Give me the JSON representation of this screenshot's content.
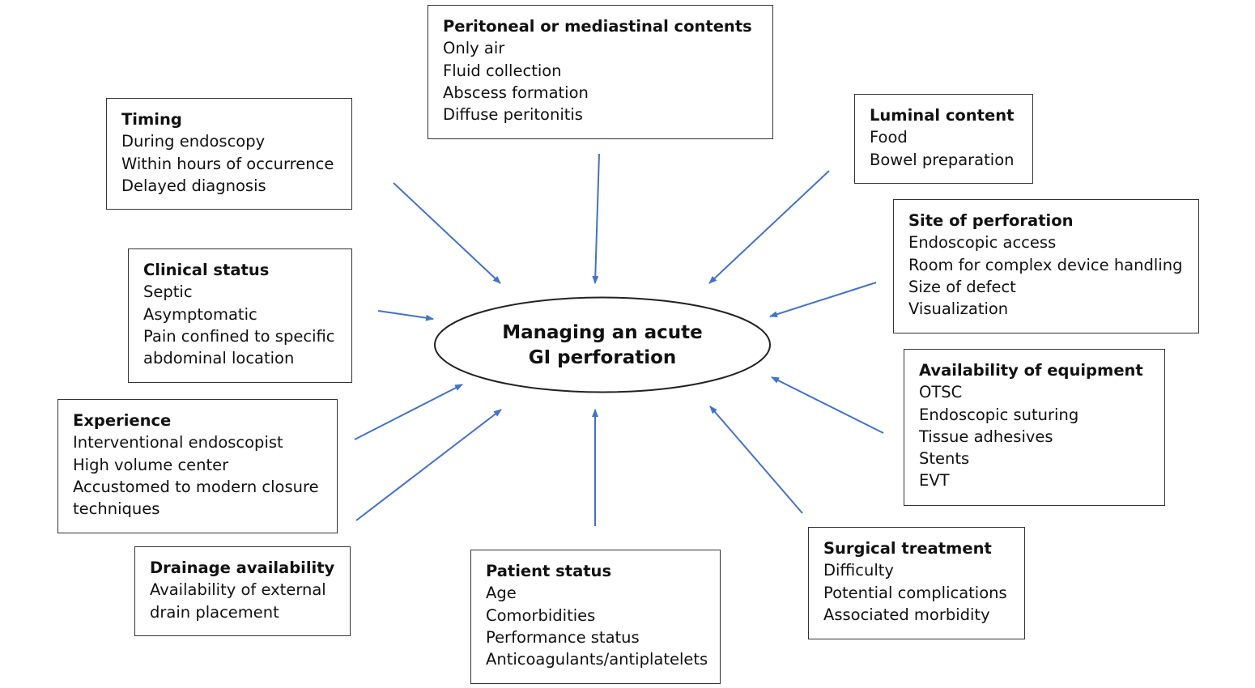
{
  "center": {
    "line1": "Managing an acute",
    "line2": "GI perforation"
  },
  "colors": {
    "arrow": "#4472C4",
    "border": "#333333",
    "text": "#111111"
  },
  "factors": {
    "peritoneal": {
      "title": "Peritoneal or mediastinal contents",
      "items": [
        "Only air",
        "Fluid collection",
        "Abscess formation",
        "Diffuse peritonitis"
      ]
    },
    "timing": {
      "title": "Timing",
      "items": [
        "During endoscopy",
        "Within hours of occurrence",
        "Delayed diagnosis"
      ]
    },
    "luminal": {
      "title": "Luminal content",
      "items": [
        "Food",
        "Bowel preparation"
      ]
    },
    "site": {
      "title": "Site of perforation",
      "items": [
        "Endoscopic access",
        "Room for complex device handling",
        "Size of defect",
        "Visualization"
      ]
    },
    "clinical": {
      "title": "Clinical status",
      "items": [
        "Septic",
        "Asymptomatic",
        "Pain confined to specific",
        "abdominal location"
      ]
    },
    "equipment": {
      "title": "Availability of equipment",
      "items": [
        "OTSC",
        "Endoscopic suturing",
        "Tissue adhesives",
        "Stents",
        "EVT"
      ]
    },
    "experience": {
      "title": "Experience",
      "items": [
        "Interventional endoscopist",
        "High volume center",
        "Accustomed to modern closure",
        "techniques"
      ]
    },
    "drainage": {
      "title": "Drainage availability",
      "items": [
        "Availability of external",
        "drain placement"
      ]
    },
    "patient": {
      "title": "Patient status",
      "items": [
        "Age",
        "Comorbidities",
        "Performance status",
        "Anticoagulants/antiplatelets"
      ]
    },
    "surgical": {
      "title": "Surgical treatment",
      "items": [
        "Difficulty",
        "Potential complications",
        "Associated morbidity"
      ]
    }
  }
}
